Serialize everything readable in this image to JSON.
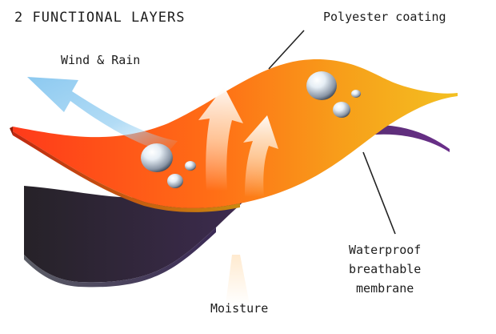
{
  "title": "2 FUNCTIONAL LAYERS",
  "labels": {
    "outer_layer": "Polyester coating",
    "wind_rain": "Wind & Rain",
    "membrane_line1": "Waterproof",
    "membrane_line2": "breathable",
    "membrane_line3": "membrane",
    "moisture": "Moisture"
  },
  "colors": {
    "outer_layer_start": "#ff4a17",
    "outer_layer_end": "#f6b81c",
    "membrane_start": "#2a2631",
    "membrane_end": "#6a2f8a",
    "wind_arrow": "#9fd3f3",
    "moisture_arrow": "#fff2e0"
  }
}
